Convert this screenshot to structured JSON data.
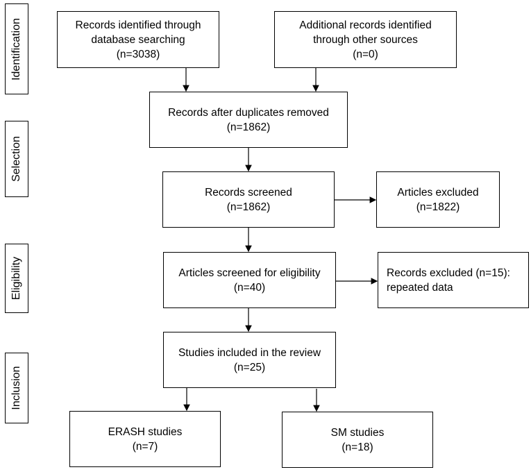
{
  "phases": [
    "Identification",
    "Selection",
    "Eligibility",
    "Inclusion"
  ],
  "boxes": {
    "database": {
      "line1": "Records identified through",
      "line2": "database searching",
      "line3": "(n=3038)"
    },
    "other": {
      "line1": "Additional records identified",
      "line2": "through other sources",
      "line3": "(n=0)"
    },
    "deduplicated": {
      "line1": "Records after duplicates removed",
      "line2": "(n=1862)"
    },
    "screened": {
      "line1": "Records screened",
      "line2": "(n=1862)"
    },
    "excluded_articles": {
      "line1": "Articles excluded",
      "line2": "(n=1822)"
    },
    "eligibility": {
      "line1": "Articles screened for eligibility",
      "line2": "(n=40)"
    },
    "excluded_records": {
      "line1": "Records excluded (n=15):",
      "line2": "repeated data"
    },
    "included": {
      "line1": "Studies included in the review",
      "line2": "(n=25)"
    },
    "erash": {
      "line1": "ERASH studies",
      "line2": "(n=7)"
    },
    "sm": {
      "line1": "SM studies",
      "line2": "(n=18)"
    }
  }
}
